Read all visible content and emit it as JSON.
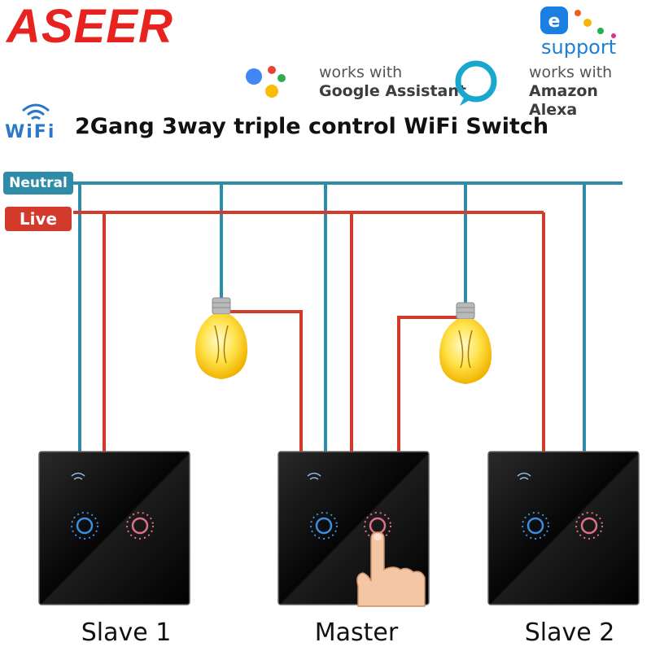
{
  "header": {
    "brand": "ASEER",
    "google": {
      "line1": "works with",
      "line2": "Google Assistant"
    },
    "alexa": {
      "line1": "works with",
      "line2": "Amazon Alexa"
    },
    "esupport": "support",
    "wifi_label": "WiFi",
    "title": "2Gang 3way triple control WiFi Switch"
  },
  "wires": {
    "neutral": "Neutral",
    "live": "Live"
  },
  "switches": [
    {
      "label": "Slave 1"
    },
    {
      "label": "Master"
    },
    {
      "label": "Slave 2"
    }
  ],
  "colors": {
    "brand": "#e8231f",
    "neutral": "#2e8ca8",
    "live": "#d33a2c",
    "panel": "#0a0a0a",
    "ring_left": "#3b8ee0",
    "ring_right": "#e0708a",
    "bulb": "#ffd92a"
  },
  "icons": [
    "google-assistant-icon",
    "alexa-icon",
    "esupport-icon",
    "wifi-icon",
    "light-bulb-icon",
    "touch-hand-icon"
  ]
}
